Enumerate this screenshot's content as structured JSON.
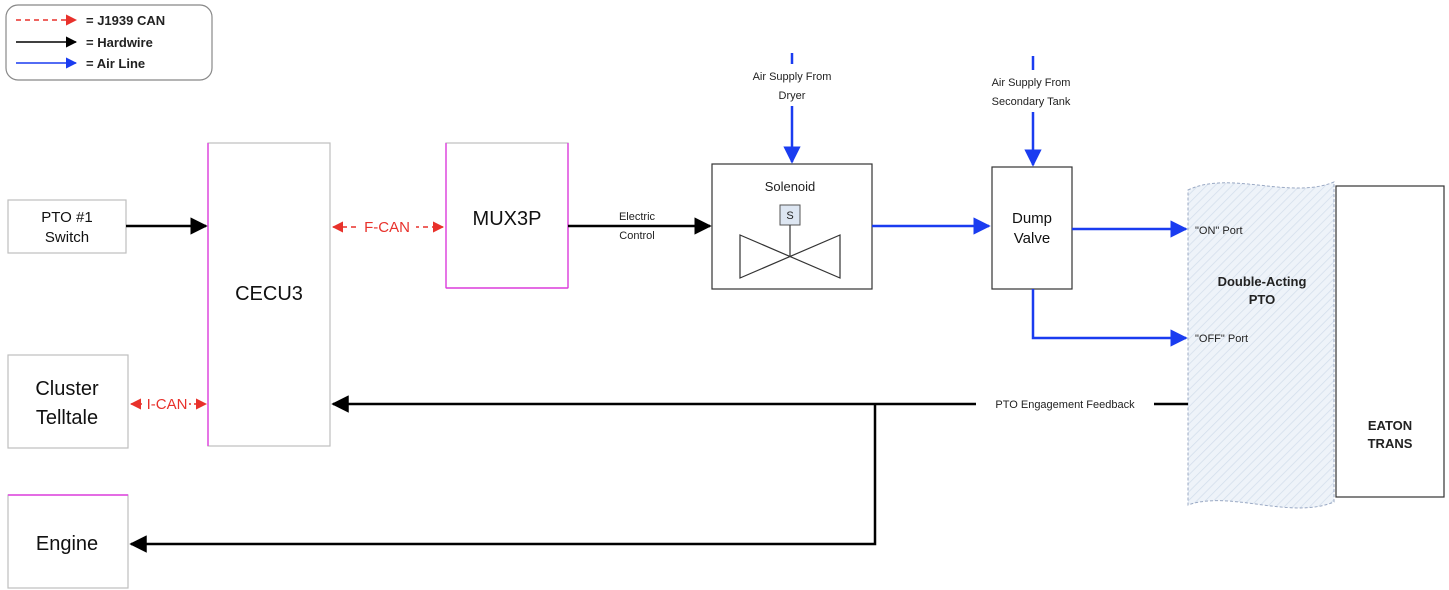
{
  "legend": {
    "items": [
      {
        "label": "= J1939 CAN",
        "line_color": "#e8312b",
        "line_style": "dashed"
      },
      {
        "label": "= Hardwire",
        "line_color": "#000000",
        "line_style": "solid"
      },
      {
        "label": "= Air Line",
        "line_color": "#1a3cf0",
        "line_style": "solid"
      }
    ]
  },
  "nodes": {
    "pto_switch": {
      "line1": "PTO #1",
      "line2": "Switch"
    },
    "cecu3": {
      "label": "CECU3"
    },
    "mux3p": {
      "label": "MUX3P"
    },
    "solenoid": {
      "label": "Solenoid",
      "symbol": "S"
    },
    "dump_valve": {
      "line1": "Dump",
      "line2": "Valve"
    },
    "pto": {
      "line1": "Double-Acting",
      "line2": "PTO",
      "on_port": "\"ON\" Port",
      "off_port": "\"OFF\" Port"
    },
    "eaton": {
      "line1": "EATON",
      "line2": "TRANS"
    },
    "cluster": {
      "line1": "Cluster",
      "line2": "Telltale"
    },
    "engine": {
      "label": "Engine"
    }
  },
  "connections": {
    "f_can": "F-CAN",
    "i_can": "I-CAN",
    "electric_control": {
      "line1": "Electric",
      "line2": "Control"
    },
    "air_dryer": {
      "line1": "Air Supply From",
      "line2": "Dryer"
    },
    "air_tank": {
      "line1": "Air Supply From",
      "line2": "Secondary Tank"
    },
    "feedback": "PTO Engagement Feedback"
  },
  "colors": {
    "can": "#e8312b",
    "hardwire": "#000000",
    "air": "#1a3cf0",
    "ecu_border": "#e040e0",
    "box_border": "#888888",
    "pto_fill": "#e6eef7"
  }
}
